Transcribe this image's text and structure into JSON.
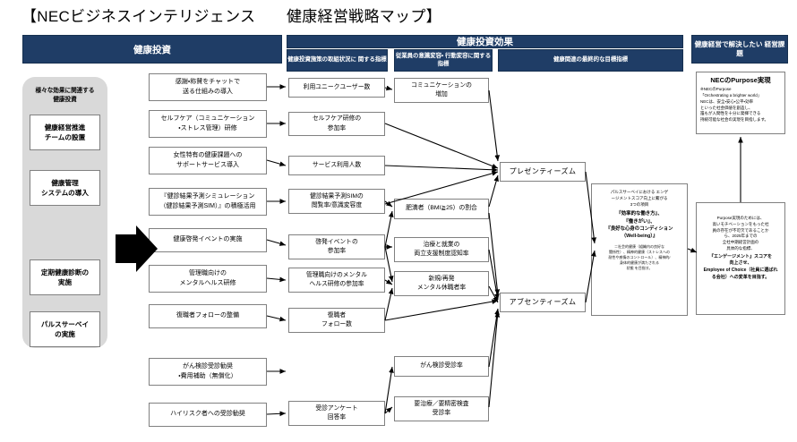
{
  "page": {
    "title": "【NECビジネスインテリジェンス　　健康経営戦略マップ】",
    "accent_navy": "#1F3D66",
    "panel_grey": "#d9d9d9",
    "box_border": "#808080"
  },
  "headers": {
    "investment": "健康投資",
    "effect": "健康投資効果",
    "sub_initiative": "健康投資施策の取組状況に\n関する指標",
    "sub_awareness": "従業員の意識変容・\n行動変容に関する指標",
    "sub_final": "健康関連の最終的な目標指標",
    "issue": "健康経営で解決したい\n経営課題"
  },
  "left_panel": {
    "title": "様々な効果に関連する\n健康投資",
    "items": [
      {
        "label": "健康経営推進\nチームの設置"
      },
      {
        "label": "健康管理\nシステムの導入"
      },
      {
        "label": "定期健康診断の\n実施"
      },
      {
        "label": "パルスサーベイ\nの実施"
      }
    ]
  },
  "investments": [
    {
      "id": "inv1",
      "label": "感謝・称賛をチャットで\n送る仕組みの導入"
    },
    {
      "id": "inv2",
      "label": "セルフケア（コミュニケーション\n・ストレス管理）研修"
    },
    {
      "id": "inv3",
      "label": "女性特有の健康課題への\nサポートサービス導入"
    },
    {
      "id": "inv4",
      "label": "『健診結果予測シミュレーション\n（健診結果予測SIM）』の積極活用"
    },
    {
      "id": "inv5",
      "label": "健康啓発イベントの実施"
    },
    {
      "id": "inv6",
      "label": "管理職向けの\nメンタルヘルス研修"
    },
    {
      "id": "inv7",
      "label": "復職者フォローの整備"
    },
    {
      "id": "inv8",
      "label": "がん検診受診勧奨\n・費用補助（無償化）"
    },
    {
      "id": "inv9",
      "label": "ハイリスク者への受診勧奨"
    }
  ],
  "initiative_kpis": [
    {
      "id": "k1",
      "label": "利用ユニークユーザー数"
    },
    {
      "id": "k2",
      "label": "セルフケア研修の\n参加率"
    },
    {
      "id": "k3",
      "label": "サービス利用人数"
    },
    {
      "id": "k4",
      "label": "健診結果予測SIMの\n閲覧率/意識変容度"
    },
    {
      "id": "k5",
      "label": "啓発イベントの\n参加率"
    },
    {
      "id": "k6",
      "label": "管理職向けのメンタル\nヘルス研修の参加率"
    },
    {
      "id": "k7",
      "label": "復職者\nフォロー数"
    },
    {
      "id": "k8",
      "label": "受診アンケート\n回答率"
    }
  ],
  "behavior_kpis": [
    {
      "id": "b1",
      "label": "コミュニケーションの\n増加"
    },
    {
      "id": "b2",
      "label": "肥満者（BMI≧25）の割合"
    },
    {
      "id": "b3",
      "label": "治療と就業の\n両立支援制度認知率"
    },
    {
      "id": "b4",
      "label": "新規/再発\nメンタル休職者率"
    },
    {
      "id": "b5",
      "label": "がん検診受診率"
    },
    {
      "id": "b6",
      "label": "要治療／要精密検査\n受診率"
    }
  ],
  "outcomes": [
    {
      "id": "o1",
      "label": "プレゼンティーズム"
    },
    {
      "id": "o2",
      "label": "アブセンティーズム"
    }
  ],
  "final_goal": {
    "title": "",
    "lead": "パルスサーベイにおける エンゲ\nージメントスコア向上に繋がる\n3つの項目",
    "bold": "『効率的な働き方』、\n『働きがい』、\n『良好な心身のコンディション\n（Well-being）』",
    "note": "＝社会的健康（組織内の良好な\n関係性）、精神的健康（ストレスへの\n耐性や感情のコントロール）、精神的/\n身体的健康が満たされる\n状態 を目指す。"
  },
  "purpose_box": {
    "title": "NECのPurpose実現",
    "body": "※NECのPurpose\n「Orchestrating a brighter world」\nNECは、安全・安心・公平・効率\nといった社会価値を創造し、\n誰もが人間性を十分に発揮できる\n持続可能な社会の実現を目指します。"
  },
  "issue_box": {
    "body": "Purpose実現のためには、\n高いモチベーションをもった社\n員の存在が不可欠であることか\nら、2025年までの\n全社中期経営計画の\n具体的な指標、",
    "bold": "『エンゲージメント』スコアを\n向上させ、\nEmployee of Choice（社員に選ばれ\nる会社）への変革を目指す。"
  },
  "icons": {
    "big_arrow": "big-right-arrow"
  }
}
